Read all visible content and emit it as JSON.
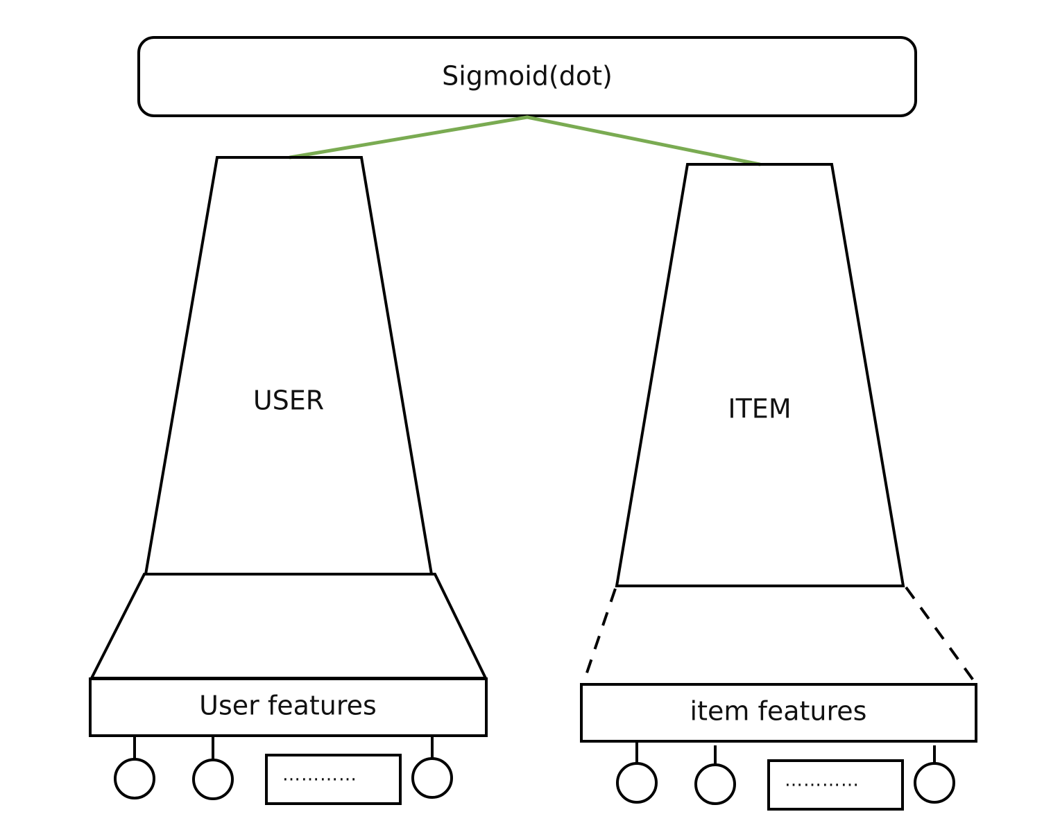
{
  "top_box": {
    "label": "Sigmoid(dot)"
  },
  "user_tower": {
    "label": "USER",
    "features_label": "User features",
    "ellipsis": "…………"
  },
  "item_tower": {
    "label": "ITEM",
    "features_label": "item features",
    "ellipsis": "…………"
  },
  "colors": {
    "connector": "#7aab52",
    "stroke": "#000000"
  }
}
